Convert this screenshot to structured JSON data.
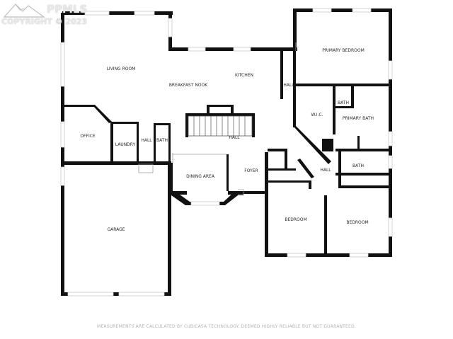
{
  "watermark": {
    "brand": "PPMLS",
    "copyright": "COPYRIGHT © 2023"
  },
  "rooms": {
    "living_room": "LIVING ROOM",
    "breakfast_nook": "BREAKFAST NOOK",
    "kitchen": "KITCHEN",
    "hall_upper": "HALL",
    "primary_bedroom": "PRIMARY BEDROOM",
    "bath_small": "BATH",
    "wic": "W.I.C.",
    "primary_bath": "PRIMARY BATH",
    "office": "OFFICE",
    "laundry": "LAUNDRY",
    "hall_laundry": "HALL",
    "bath_laundry": "BATH",
    "hall_stairs": "HALL",
    "dining_area": "DINING AREA",
    "foyer": "FOYER",
    "hall_bedrooms": "HALL",
    "bath_right": "BATH",
    "garage": "GARAGE",
    "bedroom_left": "BEDROOM",
    "bedroom_right": "BEDROOM"
  },
  "footer": {
    "disclaimer": "MEASUREMENTS ARE CALCULATED BY CUBICASA TECHNOLOGY. DEEMED HIGHLY RELIABLE BUT NOT GUARANTEED."
  }
}
